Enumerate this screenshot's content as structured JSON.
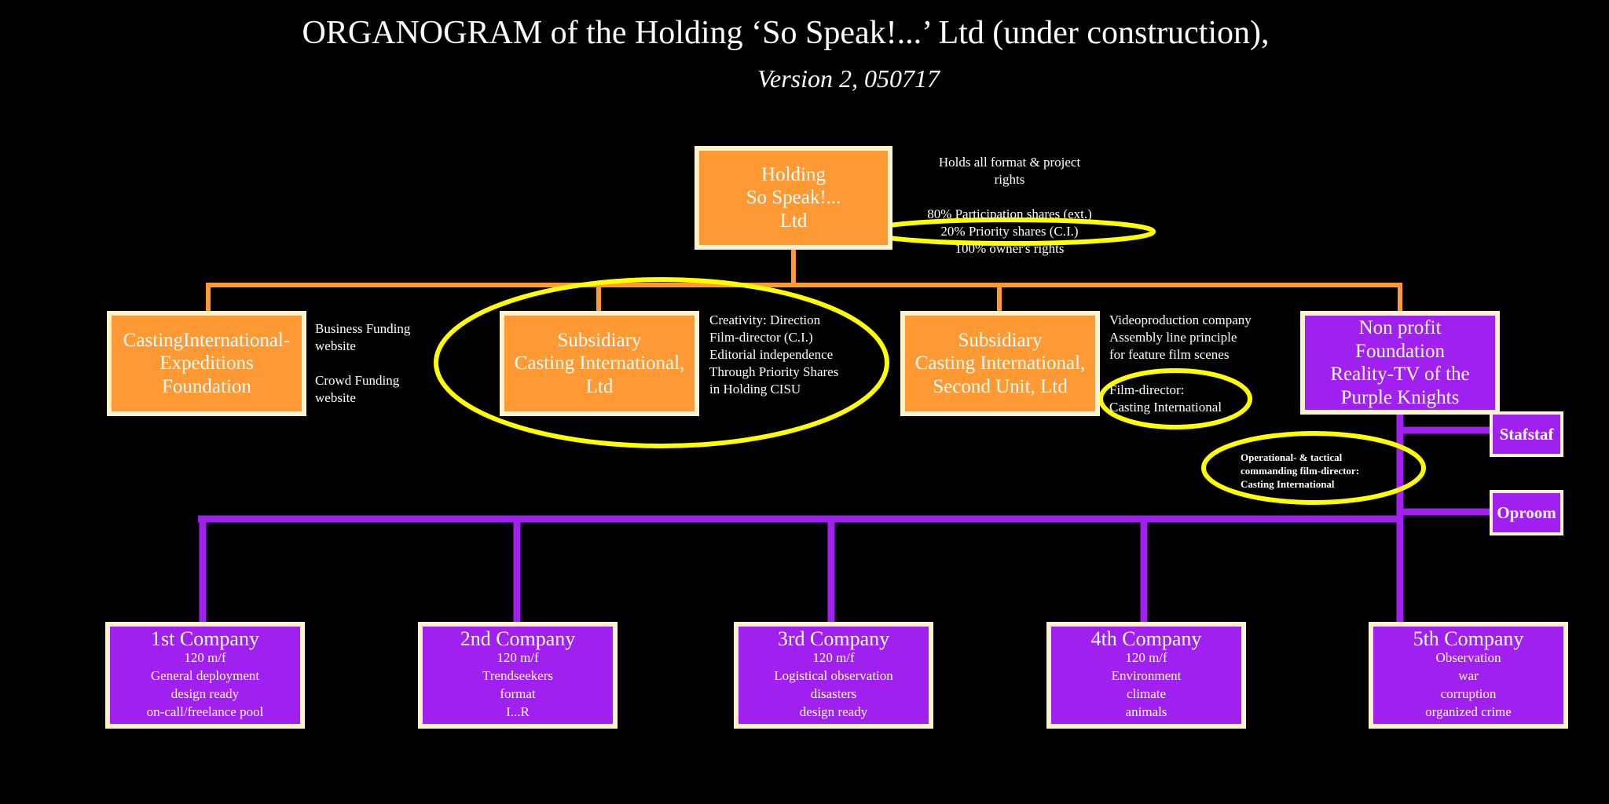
{
  "title": "ORGANOGRAM of the Holding ‘So Speak!...’ Ltd (under construction),",
  "subtitle": "Version 2, 050717",
  "colors": {
    "orange": "#ff9933",
    "purple": "#a020f0",
    "border": "#fff2cc",
    "highlight": "#ffff00"
  },
  "holding": {
    "label": "Holding\nSo Speak!...\nLtd",
    "note1": "Holds all format & project\nrights",
    "shares_ext": "80% Participation shares (ext.)",
    "shares_priority": "20% Priority shares (C.I.)",
    "owner_rights": "100% owner's rights"
  },
  "tier2": [
    {
      "label": "CastingInternational-\nExpeditions\nFoundation",
      "note": "Business Funding\nwebsite\n\nCrowd Funding\nwebsite"
    },
    {
      "label": "Subsidiary\nCasting International,\nLtd",
      "note": "Creativity: Direction\nFilm-director (C.I.)\nEditorial independence\nThrough Priority Shares\nin Holding CISU"
    },
    {
      "label": "Subsidiary\nCasting International,\nSecond Unit, Ltd",
      "note": "Videoproduction company\nAssembly line principle\n for  feature film scenes",
      "note2": "Film-director:\nCasting International"
    },
    {
      "label": "Non profit\nFoundation\nReality-TV of the\nPurple Knights",
      "note": "Operational- & tactical\ncommanding film-director:\nCasting International"
    }
  ],
  "side_boxes": [
    {
      "label": "Stafstaf"
    },
    {
      "label": "Oproom"
    }
  ],
  "companies": [
    {
      "name": "1st Company",
      "lines": [
        "120 m/f",
        "General deployment",
        "design ready",
        "on-call/freelance pool"
      ]
    },
    {
      "name": "2nd Company",
      "lines": [
        "120 m/f",
        "Trendseekers",
        "format",
        "I...R"
      ]
    },
    {
      "name": "3rd Company",
      "lines": [
        "120 m/f",
        "Logistical observation",
        "disasters",
        "design ready"
      ]
    },
    {
      "name": "4th Company",
      "lines": [
        "120 m/f",
        "Environment",
        "climate",
        "animals"
      ]
    },
    {
      "name": "5th Company",
      "lines": [
        "Observation",
        "war",
        "corruption",
        "organized crime"
      ]
    }
  ]
}
